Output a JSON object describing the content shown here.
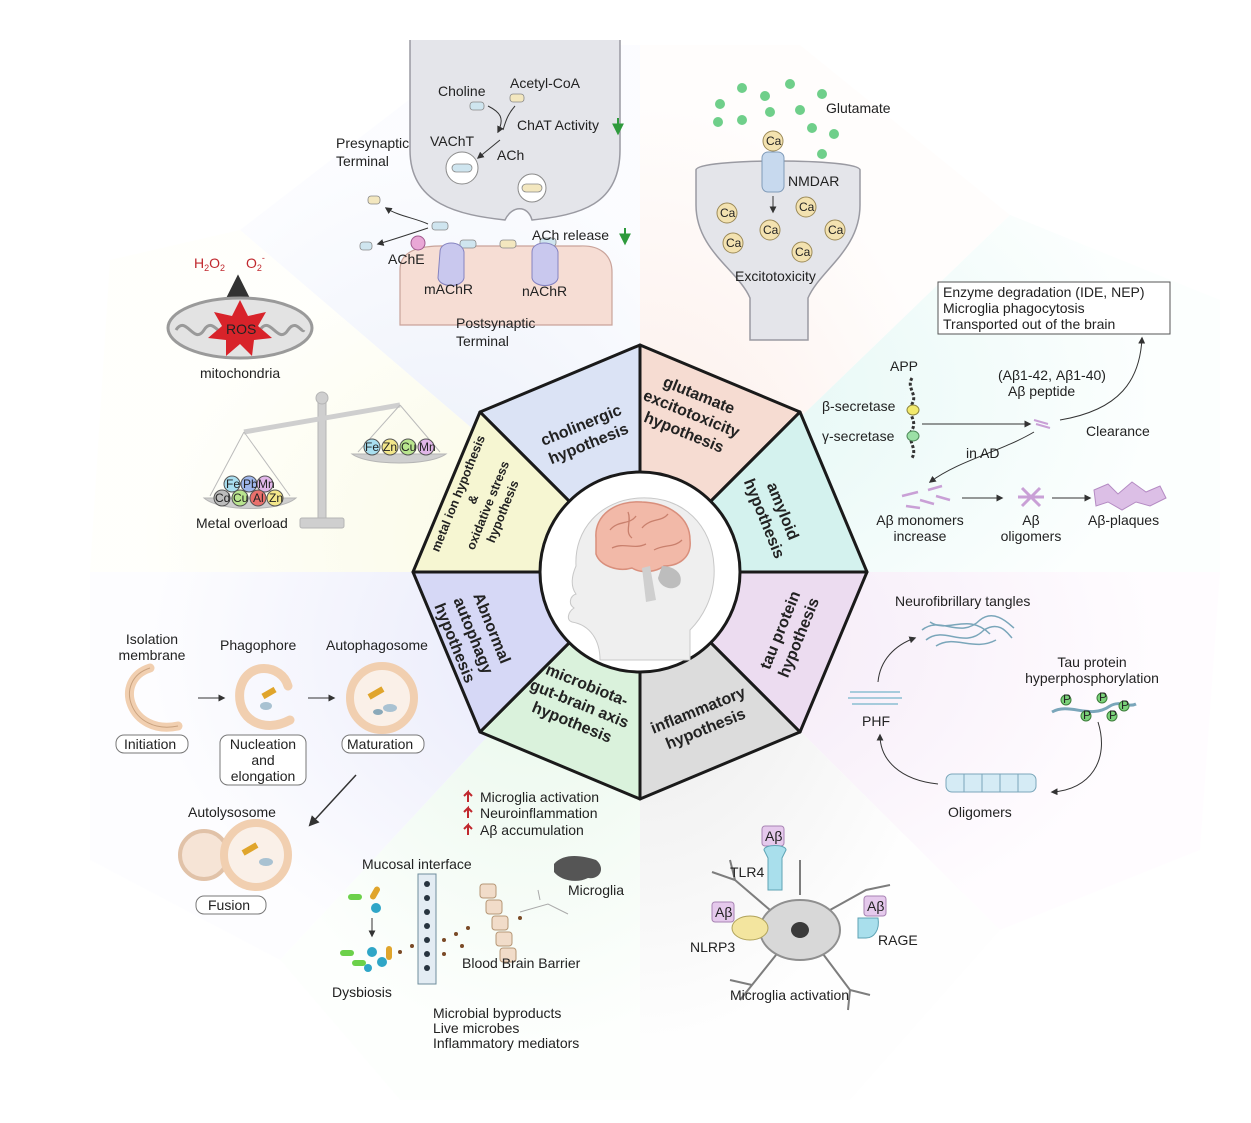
{
  "hypotheses": {
    "cholinergic": [
      "cholinergic",
      "hypothesis"
    ],
    "glutamate": [
      "glutamate",
      "excitotoxicity",
      "hypothesis"
    ],
    "amyloid": [
      "amyloid",
      "hypothesis"
    ],
    "tau": [
      "tau protein",
      "hypothesis"
    ],
    "inflammatory": [
      "inflammatory",
      "hypothesis"
    ],
    "microbiota": [
      "microbiota-",
      "gut-brain axis",
      "hypothesis"
    ],
    "autophagy": [
      "Abnormal",
      "autophagy",
      "hypothesis"
    ],
    "metal": [
      "metal ion hypothesis",
      "&",
      "oxidative stress",
      "hypothesis"
    ]
  },
  "cholinergic_panel": {
    "choline": "Choline",
    "acetyl_coa": "Acetyl-CoA",
    "chat_activity": "ChAT Activity",
    "vacht": "VAChT",
    "ach": "ACh",
    "presynaptic": [
      "Presynaptic",
      "Terminal"
    ],
    "ache": "AChE",
    "ach_release": "ACh release",
    "machr": "mAChR",
    "nachr": "nAChR",
    "postsynaptic": [
      "Postsynaptic",
      "Terminal"
    ]
  },
  "glutamate_panel": {
    "glutamate": "Glutamate",
    "ca": "Ca",
    "nmdar": "NMDAR",
    "excitotoxicity": "Excitotoxicity"
  },
  "amyloid_panel": {
    "clearance_box": [
      "Enzyme degradation (IDE, NEP)",
      "Microglia phagocytosis",
      "Transported out of the brain"
    ],
    "app": "APP",
    "beta_secretase": "β-secretase",
    "gamma_secretase": "γ-secretase",
    "peptide_variants": "(Aβ1-42, Aβ1-40)",
    "peptide": "Aβ peptide",
    "clearance": "Clearance",
    "in_ad": "in AD",
    "monomers": [
      "Aβ monomers",
      "increase"
    ],
    "oligomers": [
      "Aβ",
      "oligomers"
    ],
    "plaques": "Aβ-plaques"
  },
  "tau_panel": {
    "tangles": "Neurofibrillary tangles",
    "hyperphos": [
      "Tau protein",
      "hyperphosphorylation"
    ],
    "phf": "PHF",
    "oligomers": "Oligomers",
    "p": "P"
  },
  "inflammatory_panel": {
    "abeta": "Aβ",
    "tlr4": "TLR4",
    "nlrp3": "NLRP3",
    "rage": "RAGE",
    "activation": "Microglia activation"
  },
  "gut_panel": {
    "effects": [
      "Microglia activation",
      "Neuroinflammation",
      "Aβ accumulation"
    ],
    "mucosal": "Mucosal interface",
    "microglia": "Microglia",
    "bbb": "Blood Brain Barrier",
    "dysbiosis": "Dysbiosis",
    "byproducts": [
      "Microbial byproducts",
      "Live microbes",
      "Inflammatory mediators"
    ]
  },
  "autophagy_panel": {
    "isolation": [
      "Isolation",
      "membrane"
    ],
    "phagophore": "Phagophore",
    "autophagosome": "Autophagosome",
    "initiation": "Initiation",
    "nucleation": [
      "Nucleation",
      "and",
      "elongation"
    ],
    "maturation": "Maturation",
    "autolysosome": "Autolysosome",
    "fusion": "Fusion"
  },
  "metal_panel": {
    "h2o2": "H2O2",
    "o2": "O2",
    "ros": "ROS",
    "mitochondria": "mitochondria",
    "pan_right": [
      "Fe",
      "Zn",
      "Cu",
      "Mn"
    ],
    "pan_left": [
      "Fe",
      "Pb",
      "Mn",
      "Cd",
      "Cu",
      "Al",
      "Zn"
    ],
    "metal_overload": "Metal overload"
  },
  "colors": {
    "cholinergic": "#dbe3f5",
    "glutamate": "#f6dcd2",
    "amyloid": "#d4f2ee",
    "tau": "#ecdcf0",
    "inflammatory": "#dcdcdc",
    "microbiota": "#daf2dc",
    "autophagy": "#d6d8f6",
    "metal": "#f6f6d2",
    "ros": "#d8232a",
    "arrow_green": "#2e9a3c",
    "arrow_red": "#c0282e"
  }
}
